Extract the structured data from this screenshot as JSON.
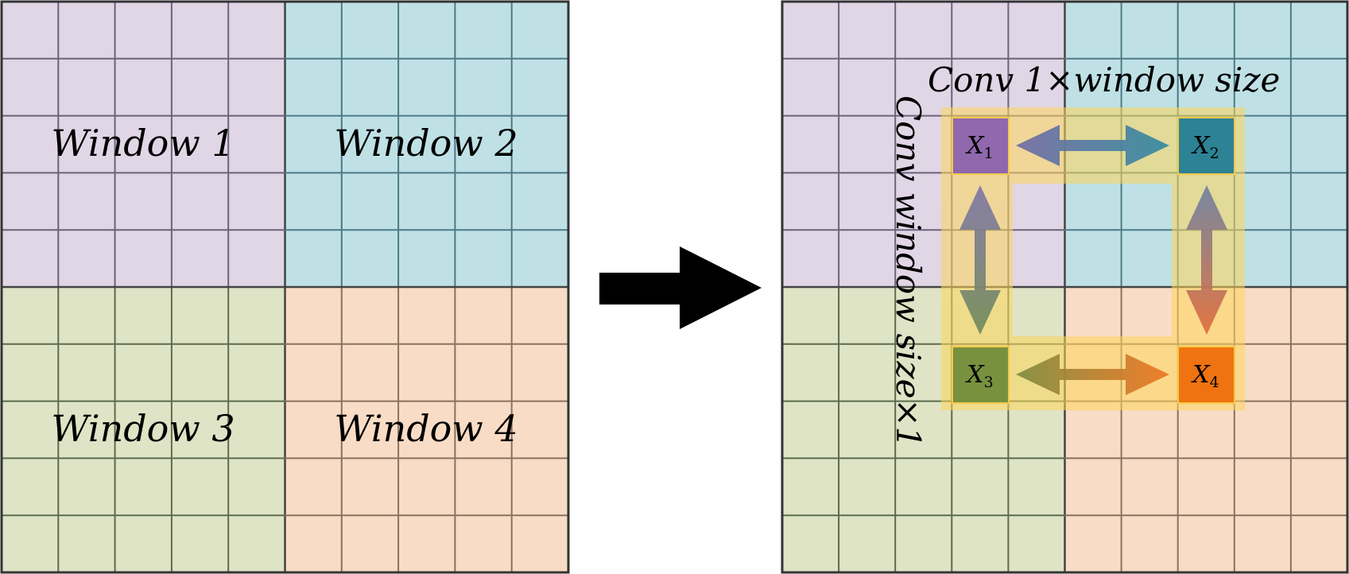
{
  "windows": [
    {
      "label": "Window 1",
      "fill": "#e1d6e6",
      "line": "#6b6479"
    },
    {
      "label": "Window 2",
      "fill": "#bfe1e6",
      "line": "#4e7a86"
    },
    {
      "label": "Window 3",
      "fill": "#dfe4c6",
      "line": "#5d6b4d"
    },
    {
      "label": "Window 4",
      "fill": "#f9dcc5",
      "line": "#8a7261"
    }
  ],
  "conv_horizontal": "Conv 1×window size",
  "conv_vertical": "Conv window size×1",
  "tokens": [
    {
      "name": "X",
      "sub": "1",
      "color": "#8f68ad"
    },
    {
      "name": "X",
      "sub": "2",
      "color": "#2e8296"
    },
    {
      "name": "X",
      "sub": "3",
      "color": "#77913f"
    },
    {
      "name": "X",
      "sub": "4",
      "color": "#ef7311"
    }
  ],
  "highlight_color": "#fdd65a",
  "arrow_color": "#000000"
}
